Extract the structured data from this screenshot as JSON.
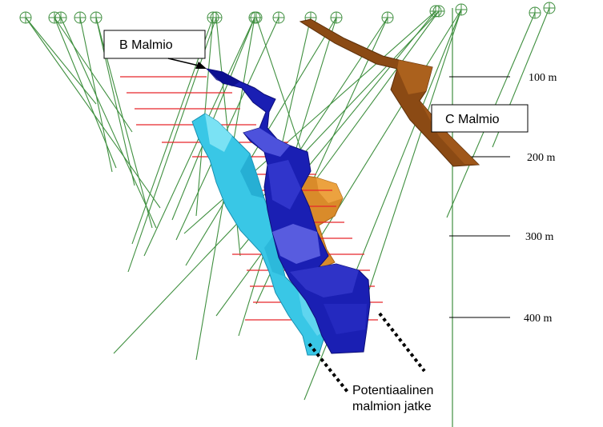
{
  "labels": {
    "b_orebody": "B Malmio",
    "c_orebody": "C Malmio",
    "potential_line1": "Potentiaalinen",
    "potential_line2": "malmion jatke"
  },
  "depth_scale": [
    "100 m",
    "200 m",
    "300 m",
    "400 m"
  ],
  "colors": {
    "drillhole": "#3f8f3f",
    "section_line": "#e8262a",
    "orebody_b": "#1a1fb3",
    "orebody_cyan": "#39c7e6",
    "orebody_c": "#8b4a14",
    "orebody_orange": "#d98b2a"
  },
  "icons": [
    "drillhole-collar-icon"
  ]
}
